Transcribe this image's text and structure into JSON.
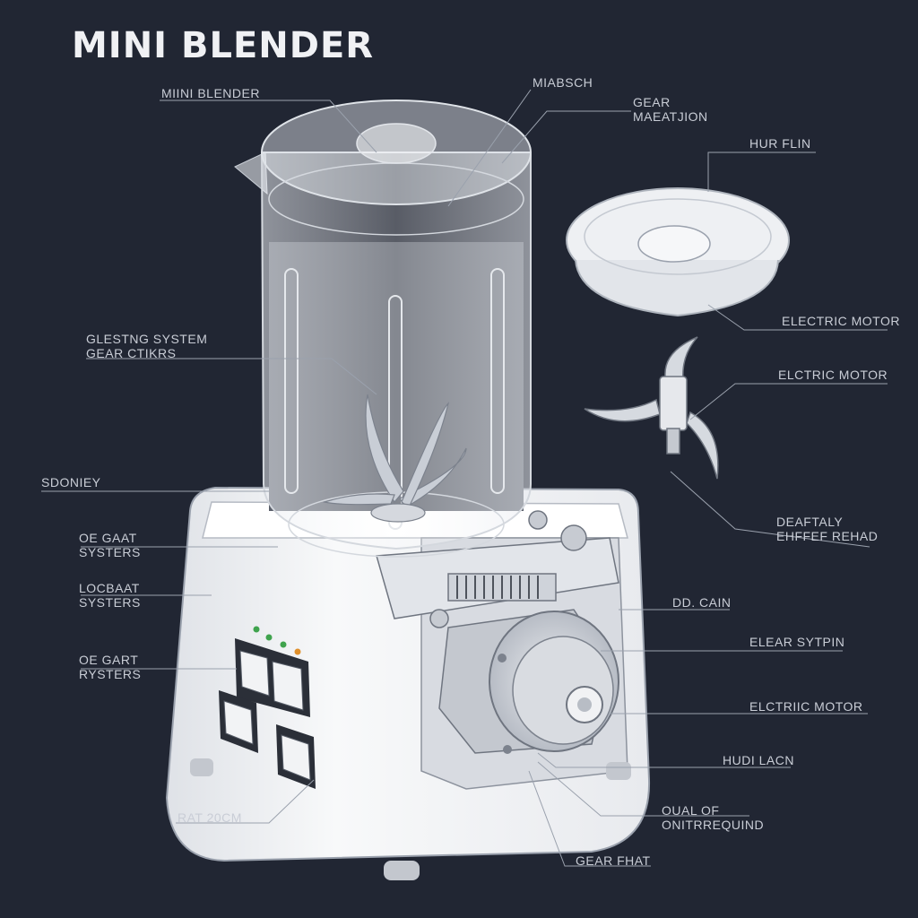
{
  "title": "MINI BLENDER",
  "labels": {
    "mini_blender": "MIINI BLENDER",
    "miabsch": "MIABSCH",
    "gear_l1": "GEAR",
    "gear_l2": "MAEATJION",
    "hur_flin": "HUR FLIN",
    "elec_motor_1": "ELECTRIC MOTOR",
    "elec_motor_2": "ELCTRIC MOTOR",
    "glesting_l1": "GLESTNG SYSTEM",
    "glesting_l2": "GEAR CTIKRS",
    "sdoniey": "SDONIEY",
    "oe_gaat_l1": "OE GAAT",
    "oe_gaat_l2": "SYSTERS",
    "locbaat_l1": "LOCBAAT",
    "locbaat_l2": "SYSTERS",
    "oe_gart_l1": "OE GART",
    "oe_gart_l2": "RYSTERS",
    "deaftaly_l1": "DEAFTALY",
    "deaftaly_l2": "EHFFEF REHAD",
    "dd_cain": "DD. CAIN",
    "elear_sytpin": "ELEAR SYTPIN",
    "elec_motor_3": "ELCTRIIC MOTOR",
    "hudi_lacn": "HUDI LACN",
    "oual_of_l1": "OUAL OF",
    "oual_of_l2": "ONITRREQUIND",
    "rat_20cm": "RAT 20CM",
    "gear_fhat": "GEAR FHAT"
  },
  "colors": {
    "background": "#212633",
    "line": "#9aa1ad",
    "text": "#c9cdd6",
    "body": "#f3f4f6",
    "jar_dark": "#5b606b",
    "indicator_green": "#3fa34d",
    "indicator_orange": "#e0902b"
  },
  "icons": [
    "blender-jar",
    "blender-lid",
    "blade-assembly",
    "motor",
    "control-buttons"
  ]
}
